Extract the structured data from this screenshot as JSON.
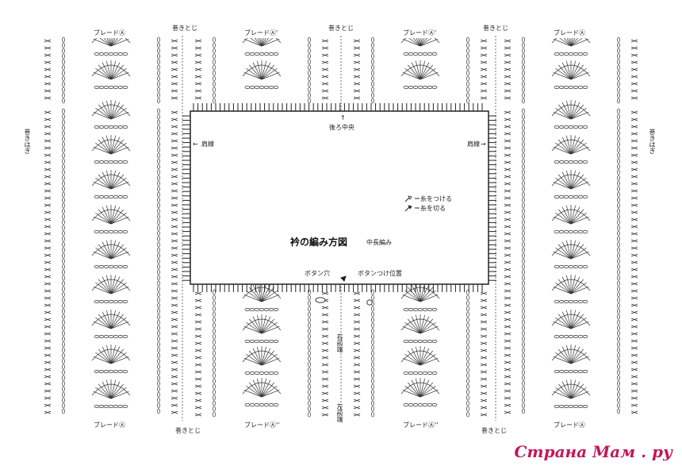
{
  "diagram": {
    "title": "衿の編み方図",
    "subtitle": "中長編み",
    "braids_top": [
      "ブレードⒶ",
      "ブレードⒶ'",
      "ブレードⒶ'",
      "ブレードⒶ"
    ],
    "braids_bottom": [
      "ブレードⒶ",
      "ブレードⒶ''",
      "ブレードⒶ''",
      "ブレードⒶ"
    ],
    "whip_join": "巻きとじ",
    "whip_seam": "巻きはぎ",
    "back_center": "後ろ中央",
    "shoulder_line": "肩線",
    "buttonhole": "ボタン穴",
    "button_position": "ボタンつけ位置",
    "right_front_edge": "右前端",
    "left_front_edge": "左前端",
    "legend": [
      {
        "icon": "yarn-attach-icon",
        "text": "＝糸をつける"
      },
      {
        "icon": "yarn-cut-icon",
        "text": "＝糸を切る"
      }
    ]
  },
  "watermark": "Страна Мам . ру",
  "colors": {
    "line": "#333333",
    "watermark": "#c2185b"
  }
}
